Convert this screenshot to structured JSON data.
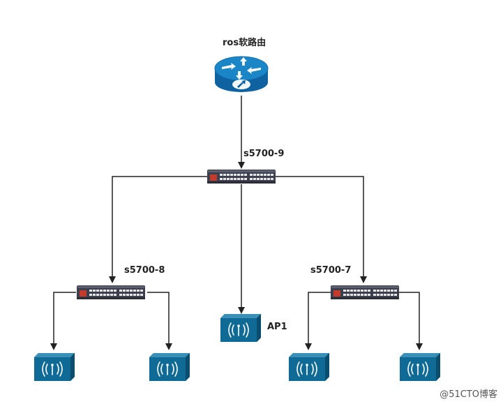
{
  "nodes": {
    "router": {
      "label": "ros软路由"
    },
    "core_switch": {
      "label": "s5700-9"
    },
    "left_switch": {
      "label": "s5700-8"
    },
    "right_switch": {
      "label": "s5700-7"
    },
    "ap1": {
      "label": "AP1"
    }
  },
  "colors": {
    "line": "#222222",
    "ap_blue": "#0f6b96",
    "router_blue": "#1576b4",
    "switch_dark": "#3c3f4d"
  },
  "watermark": "@51CTO博客"
}
